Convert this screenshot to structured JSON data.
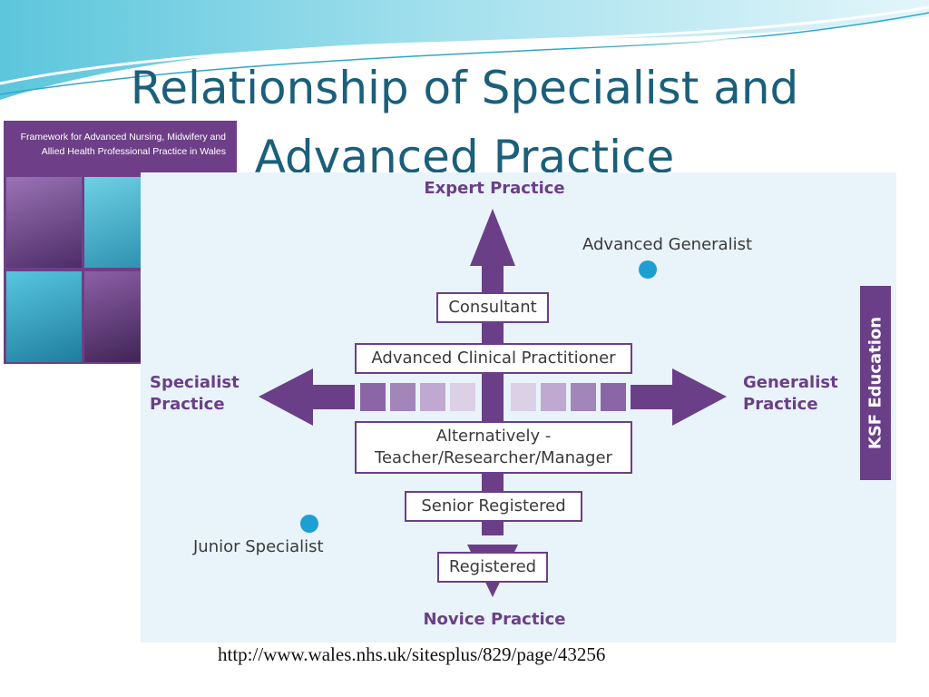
{
  "title": {
    "line1": "Relationship of Specialist  and",
    "line2": "Advanced Practice"
  },
  "cover": {
    "text": "Framework for Advanced Nursing, Midwifery and Allied Health Professional Practice in Wales"
  },
  "diagram": {
    "top_label": "Expert Practice",
    "bottom_label": "Novice Practice",
    "left_label": "Specialist Practice",
    "right_label": "Generalist Practice",
    "levels": {
      "consultant": "Consultant",
      "acp": "Advanced Clinical Practitioner",
      "alt_line1": "Alternatively -",
      "alt_line2": "Teacher/Researcher/Manager",
      "senior": "Senior Registered",
      "registered": "Registered"
    },
    "points": {
      "advanced_generalist": "Advanced Generalist",
      "junior_specialist": "Junior Specialist"
    },
    "side_bar": "KSF Education"
  },
  "source_url": "http://www.wales.nhs.uk/sitesplus/829/page/43256",
  "colors": {
    "purple": "#6b3f88",
    "title_teal": "#1b5f7a",
    "dot_blue": "#1e9fd2",
    "diagram_bg": "#e9f3fa"
  }
}
